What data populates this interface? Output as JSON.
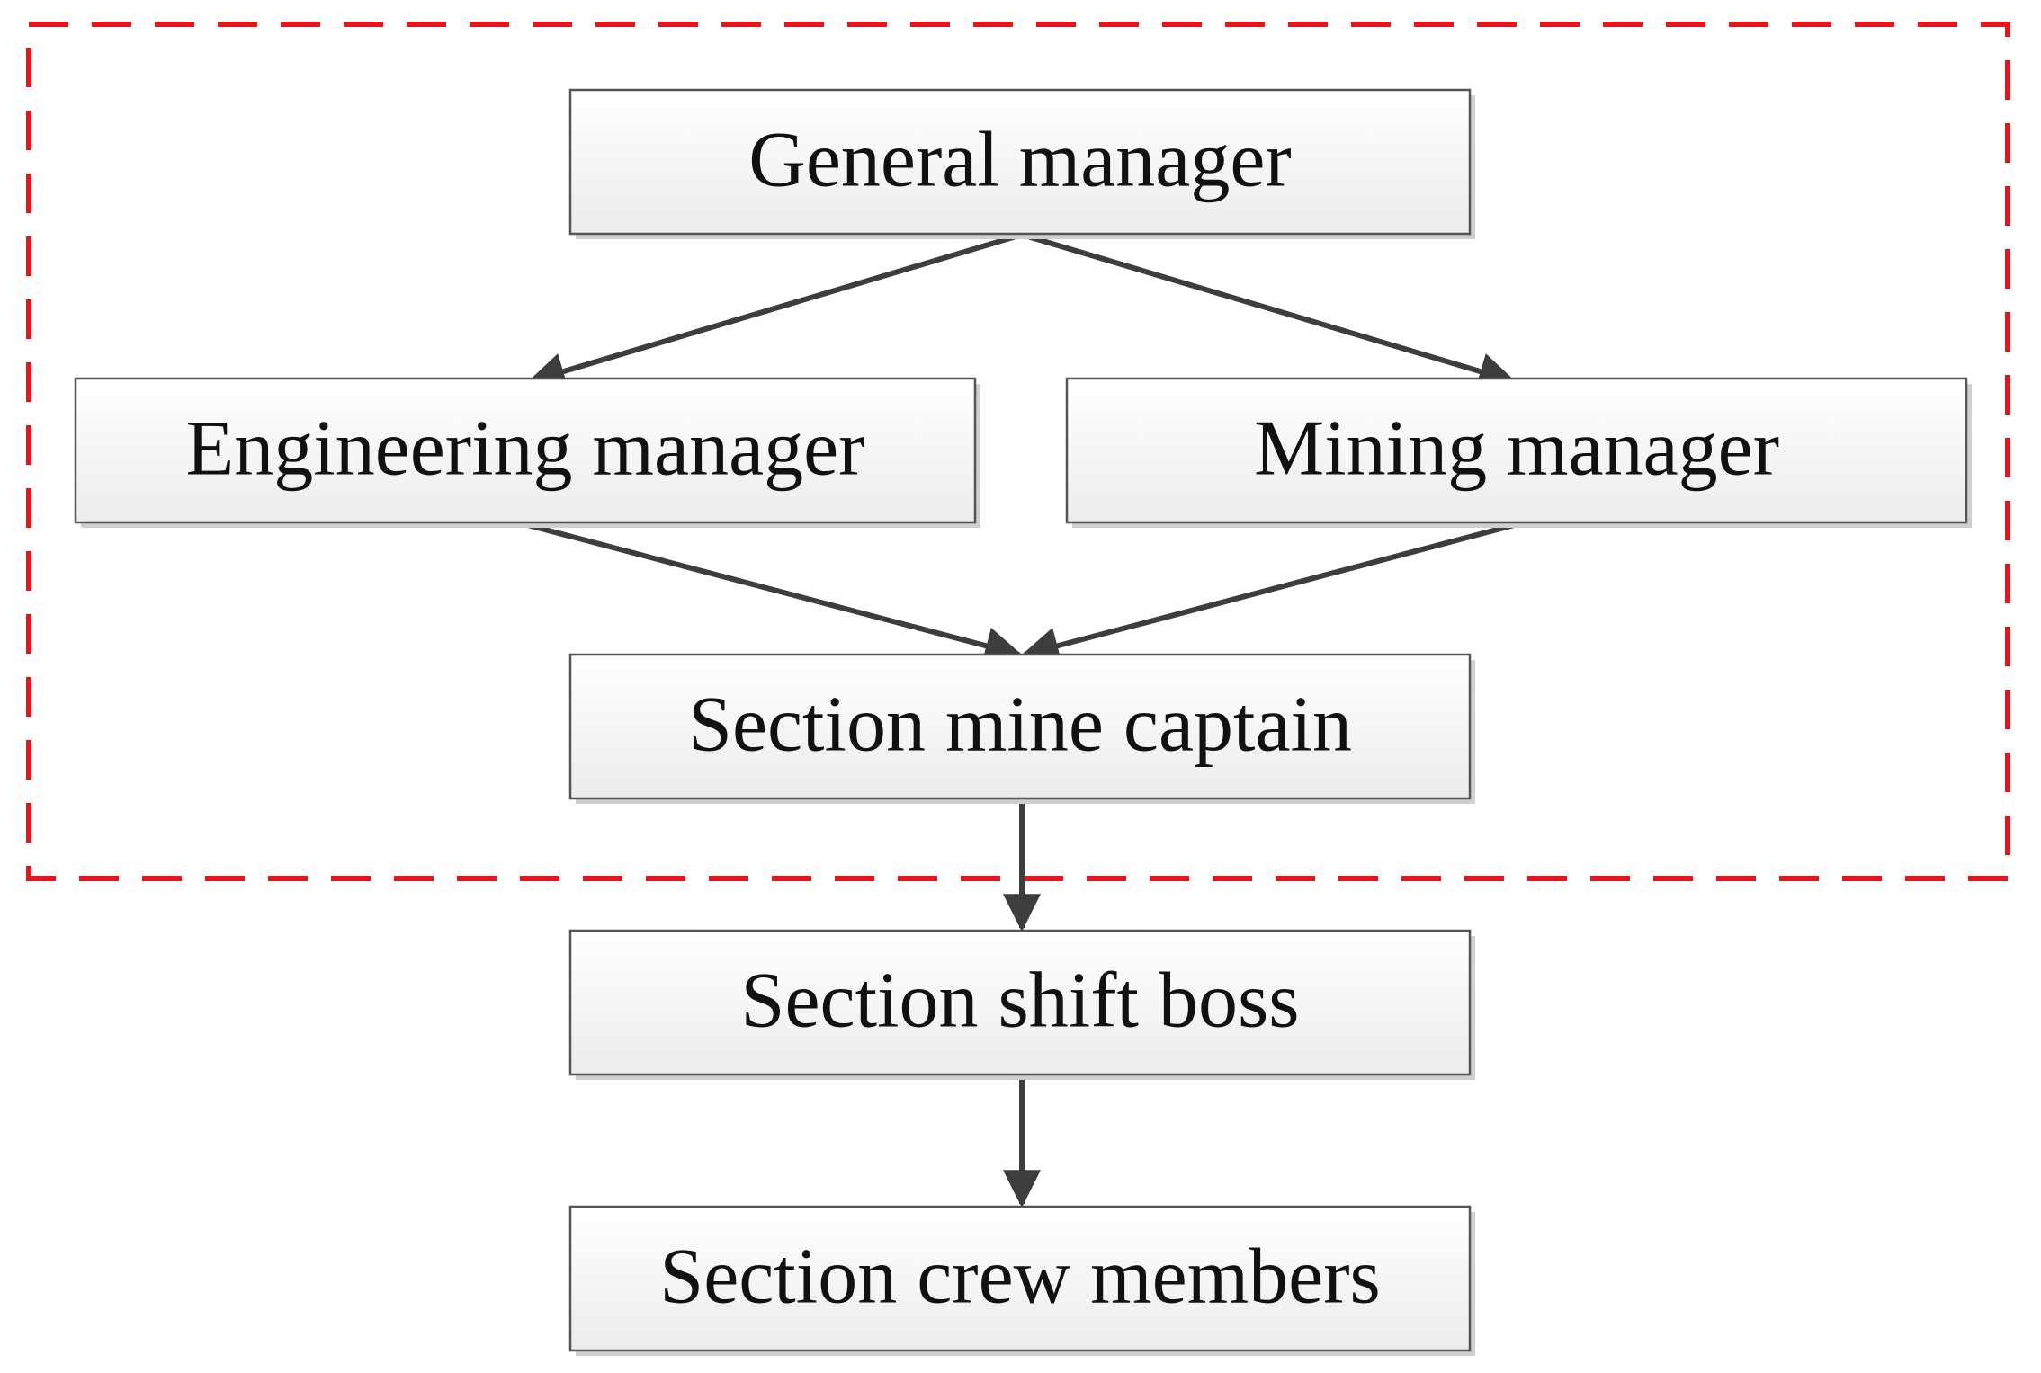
{
  "nodes": {
    "general_manager": "General manager",
    "engineering_manager": "Engineering manager",
    "mining_manager": "Mining manager",
    "section_mine_captain": "Section mine captain",
    "section_shift_boss": "Section shift boss",
    "section_crew_members": "Section crew members"
  },
  "edges": [
    {
      "from": "general_manager",
      "to": "engineering_manager"
    },
    {
      "from": "general_manager",
      "to": "mining_manager"
    },
    {
      "from": "engineering_manager",
      "to": "section_mine_captain"
    },
    {
      "from": "mining_manager",
      "to": "section_mine_captain"
    },
    {
      "from": "section_mine_captain",
      "to": "section_shift_boss"
    },
    {
      "from": "section_shift_boss",
      "to": "section_crew_members"
    }
  ],
  "colors": {
    "boundary": "#e8141b",
    "edge": "#3d3d3d",
    "box_border": "#555555"
  }
}
